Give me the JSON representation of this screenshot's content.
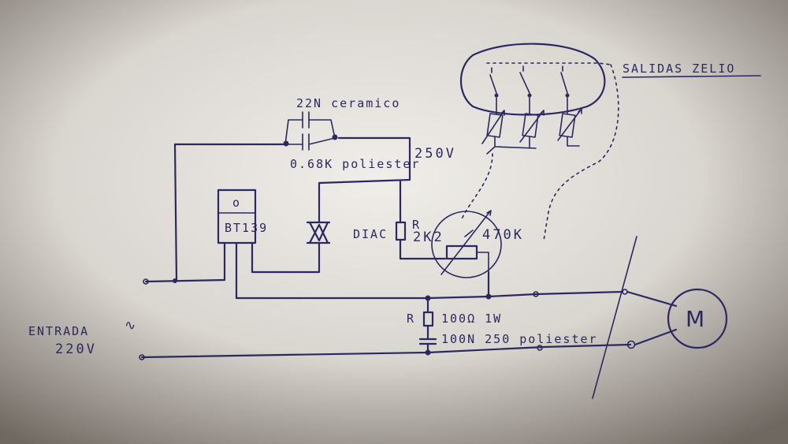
{
  "labels": {
    "cap_ceramic": "22N ceramico",
    "cap_polyester": "0.68K poliester",
    "voltage": "250V",
    "triac": "BT139",
    "triac_pin": "o",
    "diac": "DIAC",
    "resistor_letter": "R",
    "resistor_value": "2K2",
    "pot_value": "470K",
    "snubber_r_letter": "R",
    "snubber_r_value": "100Ω 1W",
    "snubber_c_value": "100N 250 poliester",
    "input_label": "ENTRADA",
    "input_voltage": "220V",
    "ac_symbol": "∿",
    "motor": "M",
    "outputs_label": "SALIDAS ZELIO"
  },
  "colors": {
    "ink": "#2b2960",
    "paper_light": "#f0eeea",
    "paper_dark": "#6f6861"
  }
}
